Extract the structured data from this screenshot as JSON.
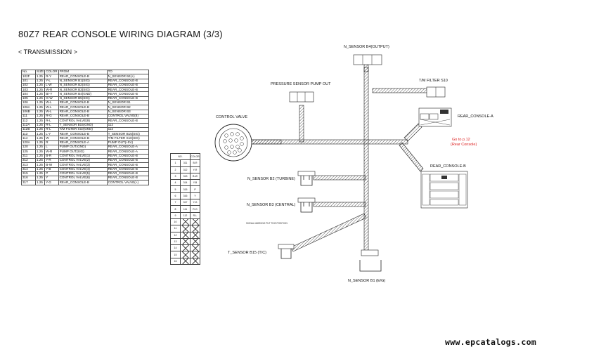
{
  "title": "80Z7 REAR CONSOLE WIRING DIAGRAM (3/3)",
  "subtitle": "< TRANSMISSION >",
  "wire_table": {
    "headers": [
      "No.",
      "SIZE",
      "COLOR",
      "FROM",
      "TO"
    ],
    "rows": [
      [
        "102F",
        "1.25",
        "R-Y",
        "REAR_CONSOLE-B",
        "N_SENSOR B4(+)"
      ],
      [
        "101",
        "1.25",
        "Y-L",
        "N_SENSOR B1(SIG)",
        "REAR_CONSOLE-B"
      ],
      [
        "102",
        "1.25",
        "L-W",
        "N_SENSOR B2(SIG)",
        "REAR_CONSOLE-B"
      ],
      [
        "103",
        "1.25",
        "W-R",
        "N_SENSOR B3(SIG)",
        "REAR_CONSOLE-B"
      ],
      [
        "104",
        "1.25",
        "Br-Y",
        "N_SENSOR B4(GND)",
        "REAR_CONSOLE-B"
      ],
      [
        "105",
        "1.25",
        "G-W",
        "N_SENSOR B5(SIG)",
        "REAR_CONSOLE-B"
      ],
      [
        "106",
        "1.25",
        "W-L",
        "REAR_CONSOLE-B",
        "N_SENSOR B1"
      ],
      [
        "106A",
        "1.25",
        "W-L",
        "REAR_CONSOLE-B",
        "N_SENSOR B2"
      ],
      [
        "106B",
        "1.25",
        "W-L",
        "REAR_CONSOLE-B",
        "N_SENSOR B3"
      ],
      [
        "111",
        "1.25",
        "R-G",
        "REAR_CONSOLE-B",
        "CONTROL VALVE(8)"
      ],
      [
        "112",
        "1.25",
        "R-L",
        "CONTROL VALVE(9)",
        "REAR_CONSOLE-B"
      ],
      [
        "112A",
        "1.25",
        "R-L",
        "T_SENSOR B15(GND)",
        "112"
      ],
      [
        "112B",
        "1.25",
        "R-L",
        "T/M FILTER S10(GND)",
        "112"
      ],
      [
        "113",
        "1.25",
        "L-Y",
        "REAR_CONSOLE-B",
        "T_SENSOR B15(SIG)"
      ],
      [
        "114",
        "1.25",
        "W",
        "REAR_CONSOLE-B",
        "T/M FILTER S10(SIG)"
      ],
      [
        "120A",
        "1.25",
        "R",
        "REAR_CONSOLE-A",
        "PUMP OUT(+5V)"
      ],
      [
        "120",
        "1.25",
        "L",
        "PUMP OUT(GND)",
        "REAR_CONSOLE-A"
      ],
      [
        "125",
        "1.25",
        "W-R",
        "PUMP OUT(SIG)",
        "REAR_CONSOLE-A"
      ],
      [
        "311",
        "1.25",
        "B-R",
        "CONTROL VALVE(1)",
        "REAR_CONSOLE-B"
      ],
      [
        "312",
        "1.25",
        "Y-R",
        "CONTROL VALVE(2)",
        "REAR_CONSOLE-B"
      ],
      [
        "313",
        "1.25",
        "B-W",
        "CONTROL VALVE(3)",
        "REAR_CONSOLE-B"
      ],
      [
        "314",
        "1.25",
        "Y-B",
        "CONTROL VALVE(4)",
        "REAR_CONSOLE-B"
      ],
      [
        "315",
        "1.25",
        "P",
        "CONTROL VALVE(5)",
        "REAR_CONSOLE-B"
      ],
      [
        "316",
        "1.25",
        "Y",
        "CONTROL VALVE(6)",
        "REAR_CONSOLE-B"
      ],
      [
        "317",
        "1.25",
        "Y-G",
        "REAR_CONSOLE-B",
        "CONTROL VALVE(+)"
      ]
    ]
  },
  "pin_table": {
    "headers": [
      "NO.",
      "COLOR"
    ],
    "rows": [
      [
        "1",
        "311",
        "B-R"
      ],
      [
        "2",
        "312",
        "Y-R"
      ],
      [
        "3",
        "313",
        "B-W"
      ],
      [
        "4",
        "314",
        "Y-B"
      ],
      [
        "5",
        "315",
        "P"
      ],
      [
        "6",
        "316",
        "Y"
      ],
      [
        "7",
        "317",
        "Y-G"
      ],
      [
        "8",
        "111",
        "R-G"
      ],
      [
        "9",
        "112",
        "R-L"
      ],
      [
        "10",
        "",
        ""
      ],
      [
        "11",
        "",
        ""
      ],
      [
        "12",
        "",
        ""
      ],
      [
        "13",
        "",
        ""
      ],
      [
        "14",
        "",
        ""
      ],
      [
        "15",
        "",
        ""
      ],
      [
        "16",
        "",
        ""
      ]
    ]
  },
  "labels": {
    "n_sensor_b4": "N_SENSOR B4(OUTPUT)",
    "pressure_sensor": "PRESSURE SENSOR PUMP OUT",
    "tm_filter": "T/M FILTER S10",
    "rear_console_a": "REAR_CONSOLE-A",
    "goto": "Go to p.12",
    "goto2": "(Rear Console)",
    "rear_console_b": "REAR_CONSOLE-B",
    "control_valve": "CONTROL VALVE",
    "n_sensor_b2": "N_SENSOR B2 (TURBINE)",
    "n_sensor_b3": "N_SENSOR B3 (CENTRAL)",
    "t_sensor": "T_SENSOR B15 (T/C)",
    "n_sensor_b1": "N_SENSOR B1 (E/G)",
    "marking": "SIGNAL MARKING PUT THIS POSITION",
    "footer": "www.epcatalogs.com"
  },
  "colors": {
    "accent_red": "#d22222",
    "ink": "#111111"
  }
}
